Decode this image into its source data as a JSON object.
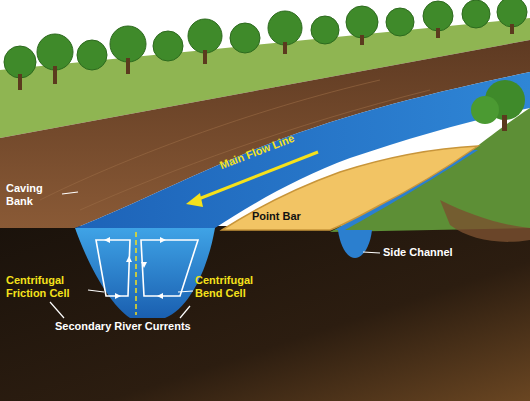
{
  "diagram": {
    "labels": [
      "Caving Bank",
      "Main Flow Line",
      "Point Bar",
      "Side Channel",
      "Centrifugal Friction Cell",
      "Centrifugal Bend Cell",
      "Secondary River Currents"
    ]
  }
}
